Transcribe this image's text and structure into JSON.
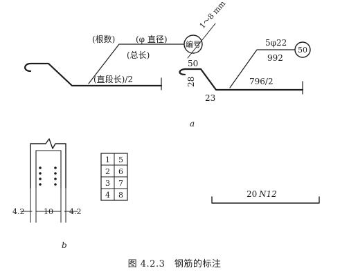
{
  "figure_a": {
    "label_count": "(根数)",
    "label_diameter": "(φ 直径)",
    "label_total_length": "(总长)",
    "label_straight_length": "(直段长)/2",
    "circle_leader": "1～8 mm",
    "circle_text": "编号",
    "example_spec": "5φ22",
    "example_total": "992",
    "example_number": "50",
    "example_hook": "50",
    "example_height": "28",
    "example_bend": "23",
    "example_half_length": "796/2",
    "sub_label": "a"
  },
  "figure_b": {
    "dim_left": "4.2",
    "dim_middle": "10",
    "dim_right": "4.2",
    "grid": [
      [
        "1",
        "5"
      ],
      [
        "2",
        "6"
      ],
      [
        "3",
        "7"
      ],
      [
        "4",
        "8"
      ]
    ],
    "span_prefix": "20",
    "span_label": "N12",
    "sub_label": "b"
  },
  "caption": "图 4.2.3　钢筋的标注"
}
